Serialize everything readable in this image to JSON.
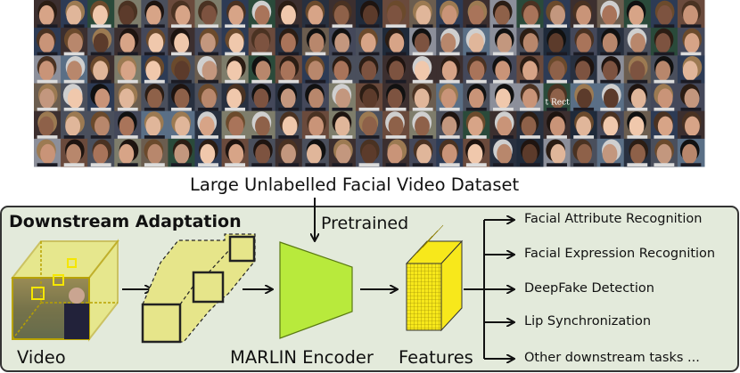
{
  "dataset_caption": "Large Unlabelled Facial Video Dataset",
  "section_title": "Downstream Adaptation",
  "pretrained_label": "Pretrained",
  "video_label": "Video",
  "encoder_label": "MARLIN Encoder",
  "features_label": "Features",
  "tasks": [
    "Facial Attribute Recognition",
    "Facial Expression Recognition",
    "DeepFake Detection",
    "Lip Synchronization",
    "Other downstream tasks ..."
  ],
  "face_grid": {
    "rows": 6,
    "cols": 25
  },
  "thumbnail_caption": "t Rect",
  "colors": {
    "panel_bg": "#e3eadb",
    "panel_border": "#333333",
    "cube_yellow": "#e9e54f",
    "cube_edge": "#b8a200",
    "patch_fill": "#e6e58a",
    "encoder_green": "#b8ea3c",
    "feature_yellow": "#f7e81b"
  },
  "icons": [
    "arrow-icon",
    "face-thumbnail-icon"
  ]
}
